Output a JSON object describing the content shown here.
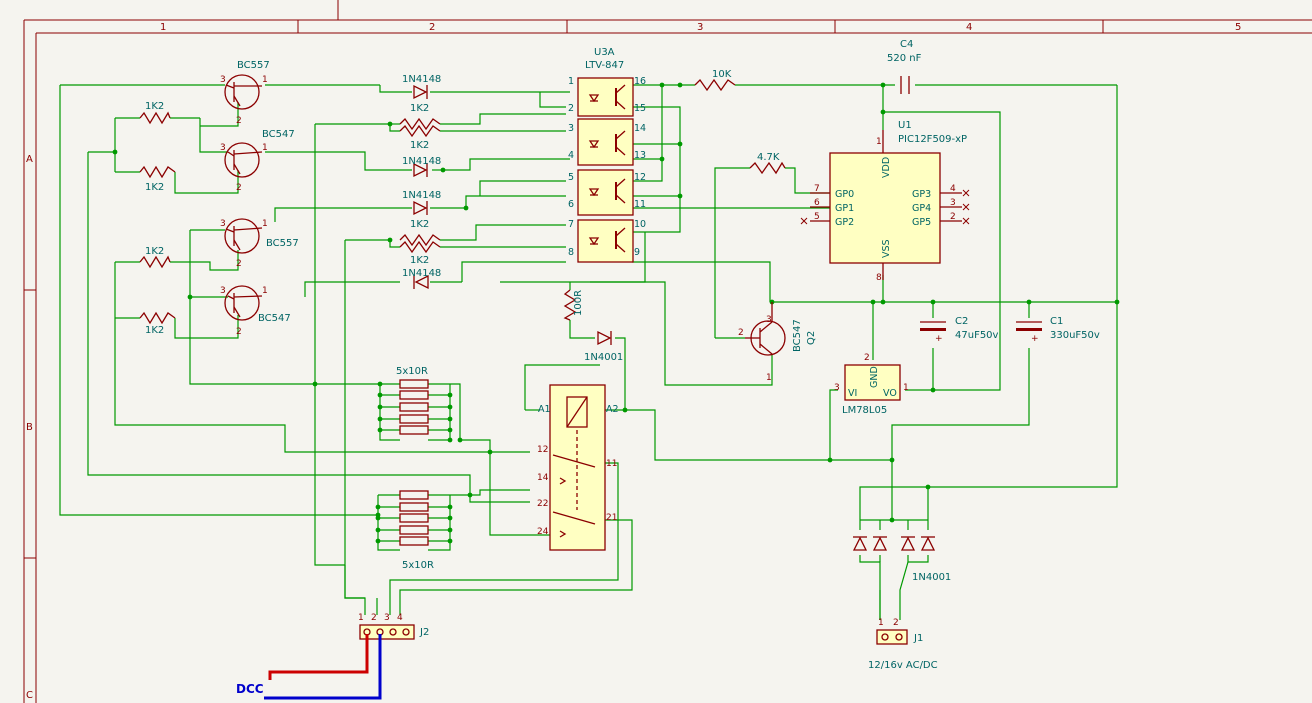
{
  "frame": {
    "columns": [
      "1",
      "2",
      "3",
      "4",
      "5"
    ],
    "rows": [
      "A",
      "B",
      "C"
    ]
  },
  "labels": {
    "q_bc557_top": "BC557",
    "q_bc547_top": "BC547",
    "q_bc557_bot": "BC557",
    "q_bc547_bot": "BC547",
    "r1": "1K2",
    "r2": "1K2",
    "r3": "1K2",
    "r4": "1K2",
    "r5": "1K2",
    "r6": "1K2",
    "r7": "1K2",
    "r8": "1K2",
    "d1": "1N4148",
    "d2": "1N4148",
    "d3": "1N4148",
    "d4": "1N4148",
    "u3_ref": "U3A",
    "u3_val": "LTV-847",
    "r10k": "10K",
    "c4_ref": "C4",
    "c4_val": "520 nF",
    "u1_ref": "U1",
    "u1_val": "PIC12F509-xP",
    "r47k": "4.7K",
    "r100r": "100R",
    "d1n4001": "1N4001",
    "q2_val": "BC547",
    "q2_ref": "Q2",
    "c2_ref": "C2",
    "c2_val": "47uF50v",
    "c1_ref": "C1",
    "c1_val": "330uF50v",
    "reg_val": "LM78L05",
    "reg_gnd": "GND",
    "reg_vi": "VI",
    "reg_vo": "VO",
    "rarr_top": "5x10R",
    "rarr_bot": "5x10R",
    "bridge_val": "1N4001",
    "j1_ref": "J1",
    "j1_val": "12/16v AC/DC",
    "j2_ref": "J2",
    "dcc": "DCC",
    "pic_vdd": "VDD",
    "pic_vss": "VSS",
    "pic_gp0": "GP0",
    "pic_gp1": "GP1",
    "pic_gp2": "GP2",
    "pic_gp3": "GP3",
    "pic_gp4": "GP4",
    "pic_gp5": "GP5",
    "relay_a1": "A1",
    "relay_a2": "A2"
  },
  "colors": {
    "wire": "#009900",
    "body": "#8b0000",
    "fill": "#ffffc2",
    "reference": "#006464",
    "dcc_red": "#cc0000",
    "dcc_blue": "#0000cc",
    "background": "#f5f4ef"
  }
}
